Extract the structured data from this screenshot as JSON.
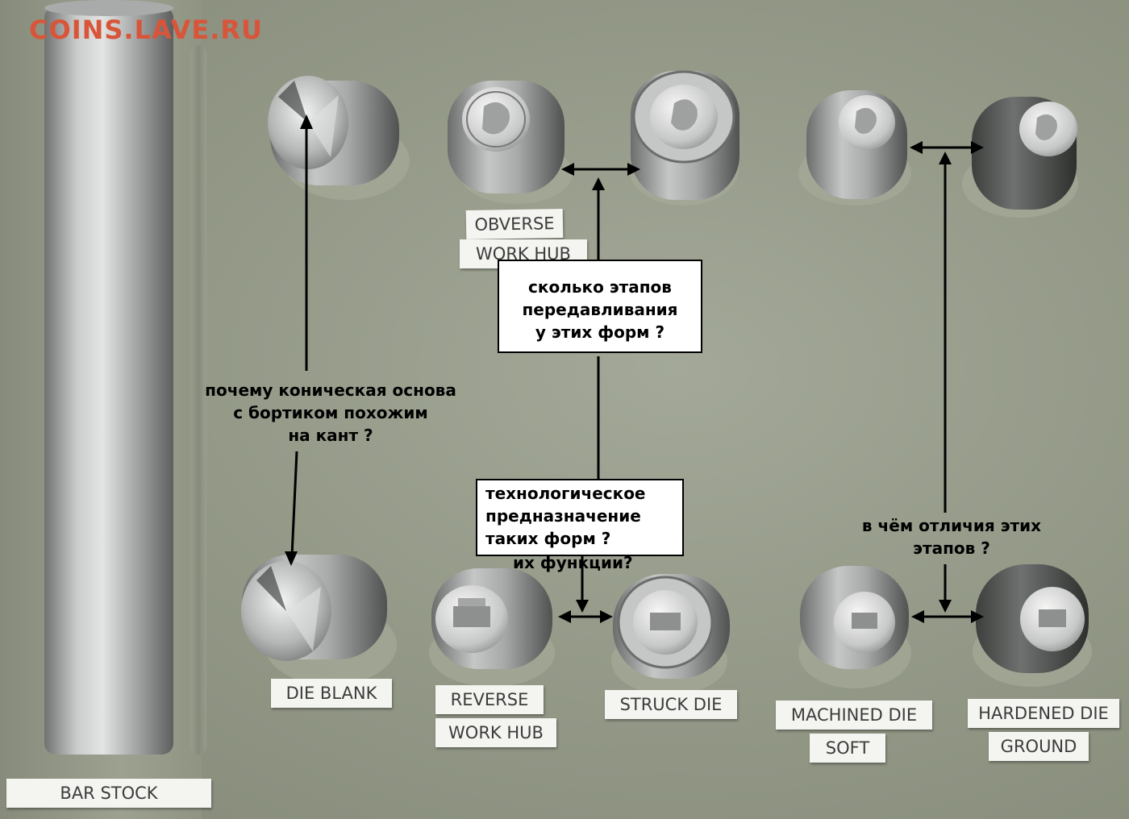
{
  "watermark": "COINS.LAVE.RU",
  "labels": {
    "bar_stock": "BAR STOCK",
    "die_blank": "DIE BLANK",
    "obverse_work_hub_top": "OBVERSE",
    "obverse_work_hub_bottom": "WORK HUB",
    "reverse_work_hub_top": "REVERSE",
    "reverse_work_hub_bottom": "WORK HUB",
    "struck_die": "STRUCK DIE",
    "machined_die_top": "MACHINED DIE",
    "machined_die_bottom": "SOFT",
    "hardened_die_top": "HARDENED DIE",
    "hardened_die_bottom": "GROUND"
  },
  "annotations": {
    "cone_question": [
      "почему коническая основа",
      "с бортиком похожим",
      "на кант ?"
    ],
    "stages_question": [
      "сколько этапов",
      "передавливания",
      "у этих форм  ?"
    ],
    "purpose_question": [
      "технологическое",
      "предназначение",
      "таких форм ?",
      "их функции?"
    ],
    "difference_question": [
      "в чём отличия этих",
      "этапов ?"
    ]
  },
  "colors": {
    "background": "#959a89",
    "watermark": "#d9553a",
    "label_bg": "#f4f4f1",
    "steel": "#b9bcbc",
    "arrow": "#000000"
  },
  "icons": {
    "bar_stock": "steel-rod",
    "die_blank": "conical-die-blank",
    "obverse_work_hub": "obverse-hub-with-portrait",
    "obverse_struck_die": "obverse-struck-die",
    "obverse_machined_die": "machined-die-with-portrait",
    "obverse_hardened_die": "hardened-die-with-portrait",
    "reverse_work_hub": "reverse-hub-with-building",
    "reverse_struck_die": "reverse-struck-die",
    "reverse_machined_die": "machined-die-with-building",
    "reverse_hardened_die": "hardened-die-with-building"
  }
}
